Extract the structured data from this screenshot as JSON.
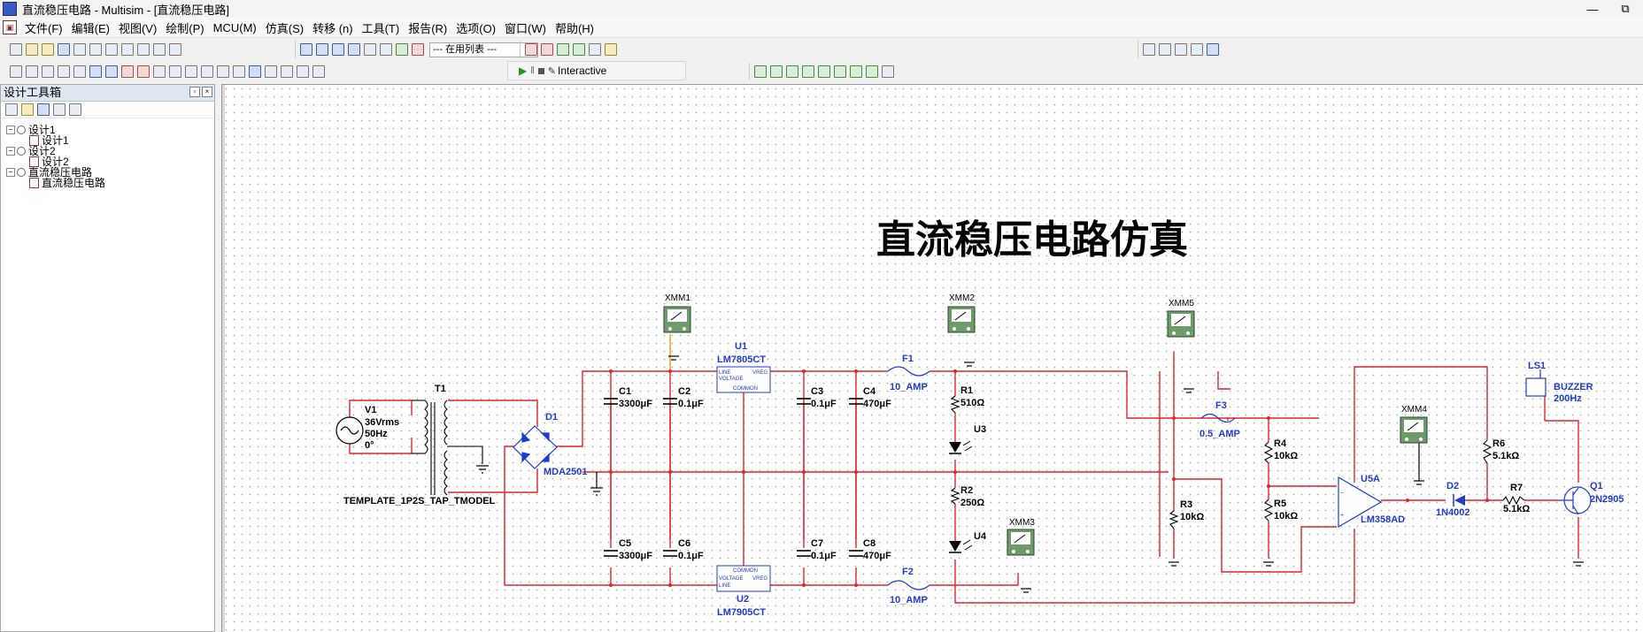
{
  "window": {
    "title": "直流稳压电路 - Multisim - [直流稳压电路]",
    "restore_glyph": "⧉",
    "minimize_glyph": "—"
  },
  "menu": {
    "items": [
      "文件(F)",
      "编辑(E)",
      "视图(V)",
      "绘制(P)",
      "MCU(M)",
      "仿真(S)",
      "转移 (n)",
      "工具(T)",
      "报告(R)",
      "选项(O)",
      "窗口(W)",
      "帮助(H)"
    ]
  },
  "toolbar": {
    "inuse_list": "--- 在用列表 ---",
    "sim_mode": "Interactive"
  },
  "design_toolbox": {
    "title": "设计工具箱",
    "tree": [
      {
        "label": "设计1",
        "level": 0
      },
      {
        "label": "设计1",
        "level": 1
      },
      {
        "label": "设计2",
        "level": 0
      },
      {
        "label": "设计2",
        "level": 1
      },
      {
        "label": "直流稳压电路",
        "level": 0
      },
      {
        "label": "直流稳压电路",
        "level": 1
      }
    ]
  },
  "schematic": {
    "title": "直流稳压电路仿真",
    "colors": {
      "wire": "#e0242a",
      "wire_yellow": "#e0a020",
      "label": "#1f3bd1",
      "part": "#000000",
      "meter_bg": "#6f9b6a"
    },
    "labels": {
      "V1": "V1",
      "V1_v": "36Vrms",
      "V1_f": "50Hz",
      "V1_p": "0°",
      "T1": "T1",
      "T1_model": "TEMPLATE_1P2S_TAP_TMODEL",
      "D1": "D1",
      "D1_model": "MDA2501",
      "C1": "C1",
      "C1_v": "3300μF",
      "C2": "C2",
      "C2_v": "0.1μF",
      "C3": "C3",
      "C3_v": "0.1μF",
      "C4": "C4",
      "C4_v": "470μF",
      "C5": "C5",
      "C5_v": "3300μF",
      "C6": "C6",
      "C6_v": "0.1μF",
      "C7": "C7",
      "C7_v": "0.1μF",
      "C8": "C8",
      "C8_v": "470μF",
      "U1": "U1",
      "U1_model": "LM7805CT",
      "U2": "U2",
      "U2_model": "LM7905CT",
      "reg_line": "LINE",
      "reg_voltage": "VOLTAGE",
      "reg_vreg": "VREG",
      "reg_common": "COMMON",
      "F1": "F1",
      "F1_v": "10_AMP",
      "F2": "F2",
      "F2_v": "10_AMP",
      "F3": "F3",
      "F3_v": "0.5_AMP",
      "R1": "R1",
      "R1_v": "510Ω",
      "R2": "R2",
      "R2_v": "250Ω",
      "R3": "R3",
      "R3_v": "10kΩ",
      "R4": "R4",
      "R4_v": "10kΩ",
      "R5": "R5",
      "R5_v": "10kΩ",
      "R6": "R6",
      "R6_v": "5.1kΩ",
      "R7": "R7",
      "R7_v": "5.1kΩ",
      "U3": "U3",
      "U4": "U4",
      "U5A": "U5A",
      "U5A_model": "LM358AD",
      "D2": "D2",
      "D2_model": "1N4002",
      "LS1": "LS1",
      "LS1_model": "BUZZER",
      "LS1_f": "200Hz",
      "Q1": "Q1",
      "Q1_model": "2N2905",
      "XMM1": "XMM1",
      "XMM2": "XMM2",
      "XMM3": "XMM3",
      "XMM4": "XMM4",
      "XMM5": "XMM5"
    }
  }
}
